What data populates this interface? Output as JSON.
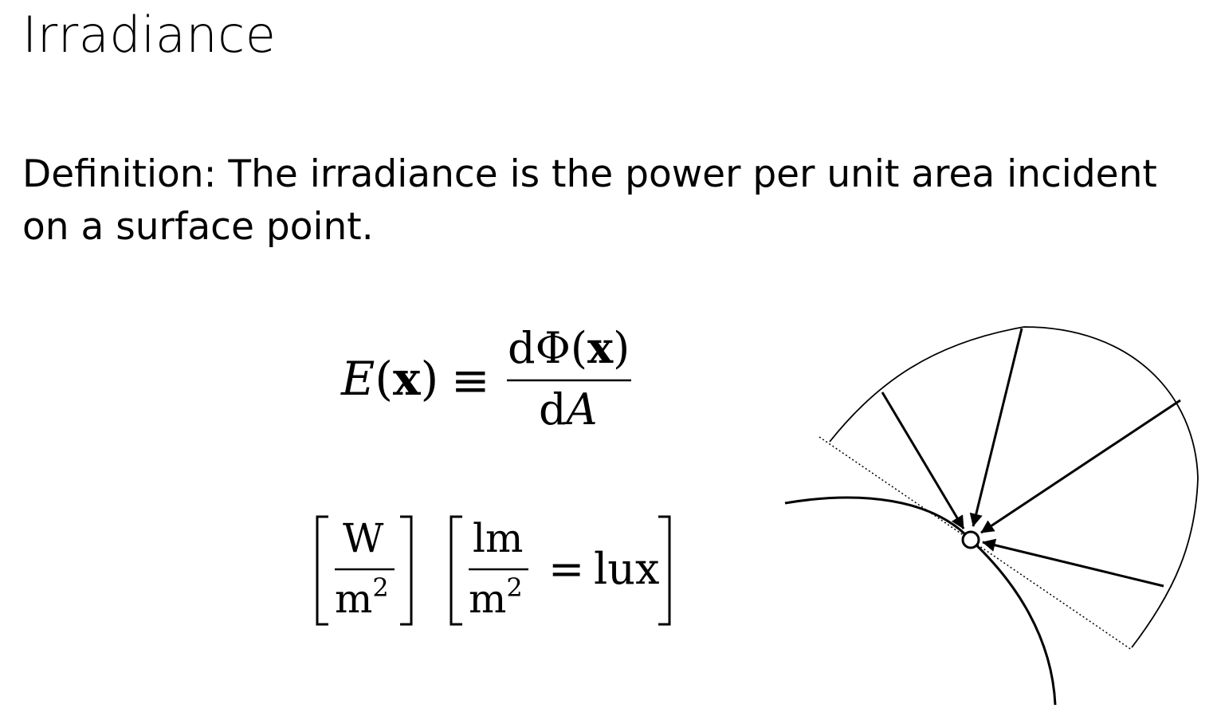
{
  "slide": {
    "title": "Irradiance",
    "definition_line1": "Definition: The irradiance is the power per unit area incident",
    "definition_line2": "on a surface point."
  },
  "formula": {
    "lhs_symbol": "E",
    "lhs_open": "(",
    "lhs_arg": "x",
    "lhs_close": ")",
    "equiv": "≡",
    "numerator_d": "d",
    "numerator_phi": "Φ",
    "numerator_open": "(",
    "numerator_arg": "x",
    "numerator_close": ")",
    "denominator_d": "d",
    "denominator_var": "A"
  },
  "units": {
    "radiometric_num": "W",
    "radiometric_den": "m",
    "radiometric_exp": "2",
    "photometric_num": "lm",
    "photometric_den": "m",
    "photometric_exp": "2",
    "equals": "=",
    "photometric_name": "lux"
  },
  "colors": {
    "ink": "#000000",
    "background": "#ffffff"
  },
  "diagram": {
    "incident_arrow_count": 4,
    "surface_point_marker": "open-circle",
    "tangent_plane_style": "dotted"
  }
}
